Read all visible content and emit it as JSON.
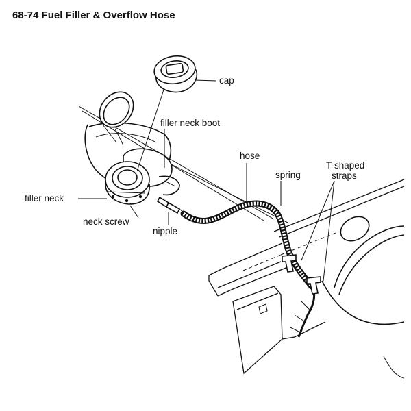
{
  "title": "68-74 Fuel Filler & Overflow Hose",
  "labels": {
    "cap": "cap",
    "filler_neck_boot": "filler neck boot",
    "hose": "hose",
    "spring": "spring",
    "t_shaped_line1": "T-shaped",
    "t_shaped_line2": "straps",
    "filler_neck": "filler neck",
    "neck_screw": "neck screw",
    "nipple": "nipple"
  }
}
